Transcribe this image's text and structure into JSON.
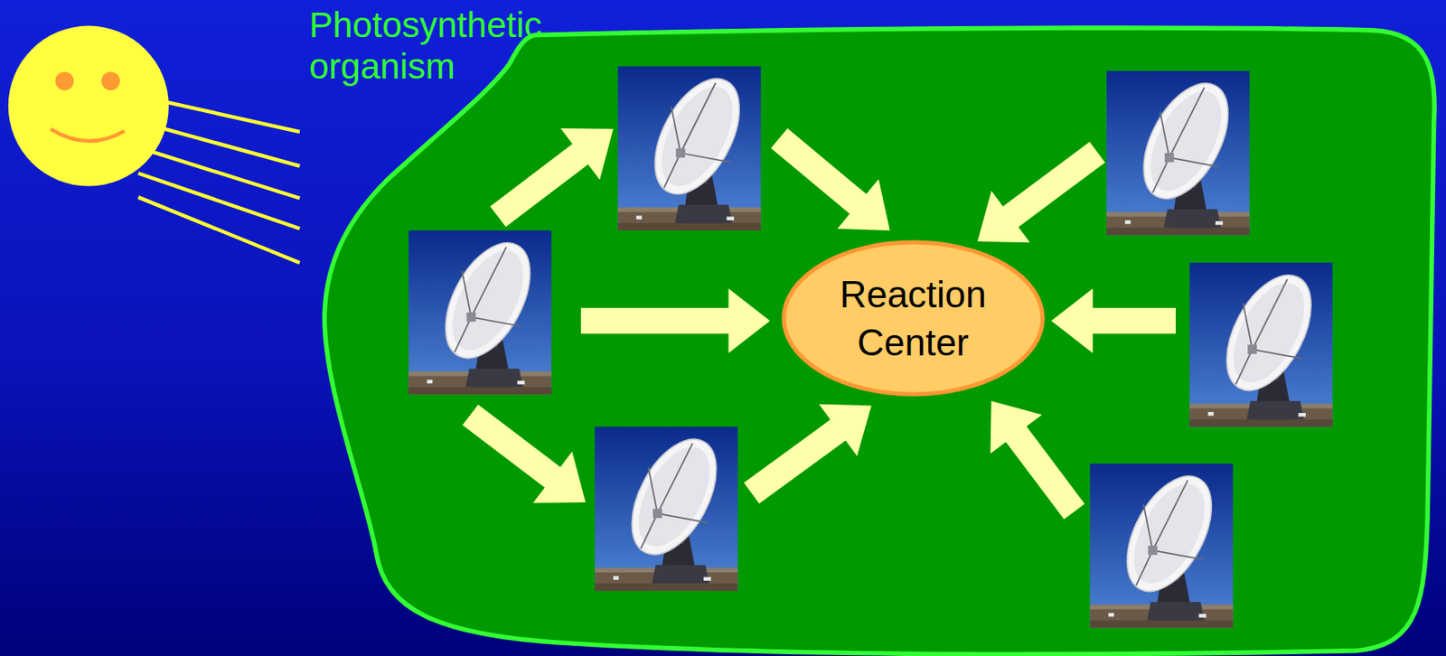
{
  "diagram": {
    "nodes": [
      {
        "text": [
          "Photosynthetic organism"
        ]
      },
      {
        "text": [
          "Reaction Center"
        ],
        "in": 0
      }
    ]
  }
}
